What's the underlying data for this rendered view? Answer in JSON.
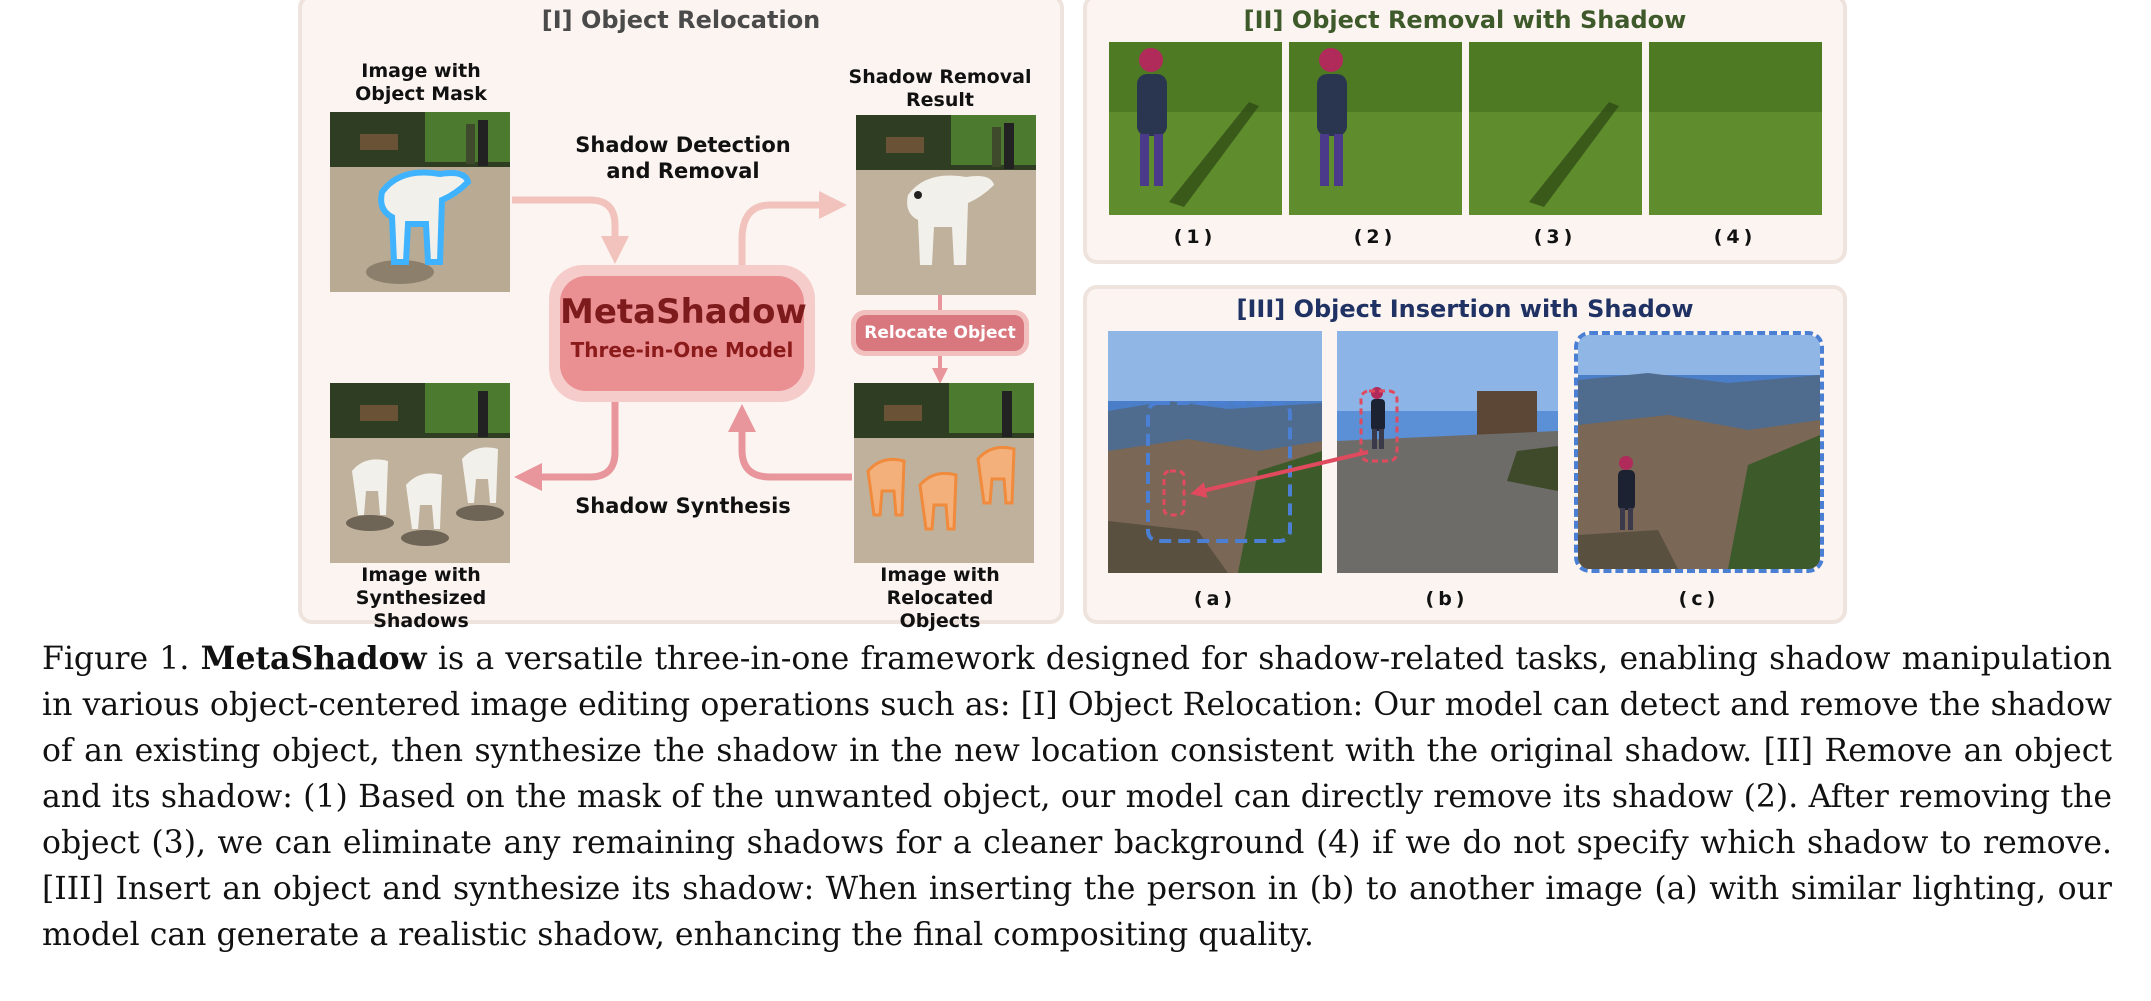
{
  "panel1": {
    "title": "[I] Object Relocation",
    "label_mask": "Image with Object Mask",
    "label_removal_result": "Shadow Removal Result",
    "label_detection": "Shadow Detection and Removal",
    "model_name": "MetaShadow",
    "model_subtitle": "Three-in-One Model",
    "relocate_button": "Relocate Object",
    "label_synthesis": "Shadow Synthesis",
    "label_synthesized": "Image with Synthesized Shadows",
    "label_relocated": "Image with Relocated Objects"
  },
  "panel2": {
    "title": "[II] Object Removal with Shadow",
    "steps": [
      "(1)",
      "(2)",
      "(3)",
      "(4)"
    ]
  },
  "panel3": {
    "title": "[III] Object Insertion with Shadow",
    "steps": [
      "(a)",
      "(b)",
      "(c)"
    ]
  },
  "colors": {
    "panel_bg": "#fbf4f1",
    "arrow": "#eaa4a4",
    "model_text": "#8b1a1a",
    "insert_box": "#4a7fd4",
    "title_green": "#3f5a2a",
    "title_navy": "#1f3263"
  },
  "caption": {
    "prefix": "Figure 1.",
    "bold": "MetaShadow",
    "text": "is a versatile three-in-one framework designed for shadow-related tasks, enabling shadow manipulation in various object-centered image editing operations such as: [I] Object Relocation: Our model can detect and remove the shadow of an existing object, then synthesize the shadow in the new location consistent with the original shadow. [II] Remove an object and its shadow: (1) Based on the mask of the unwanted object, our model can directly remove its shadow (2). After removing the object (3), we can eliminate any remaining shadows for a cleaner background (4) if we do not specify which shadow to remove. [III] Insert an object and synthesize its shadow: When inserting the person in (b) to another image (a) with similar lighting, our model can generate a realistic shadow, enhancing the final compositing quality."
  }
}
